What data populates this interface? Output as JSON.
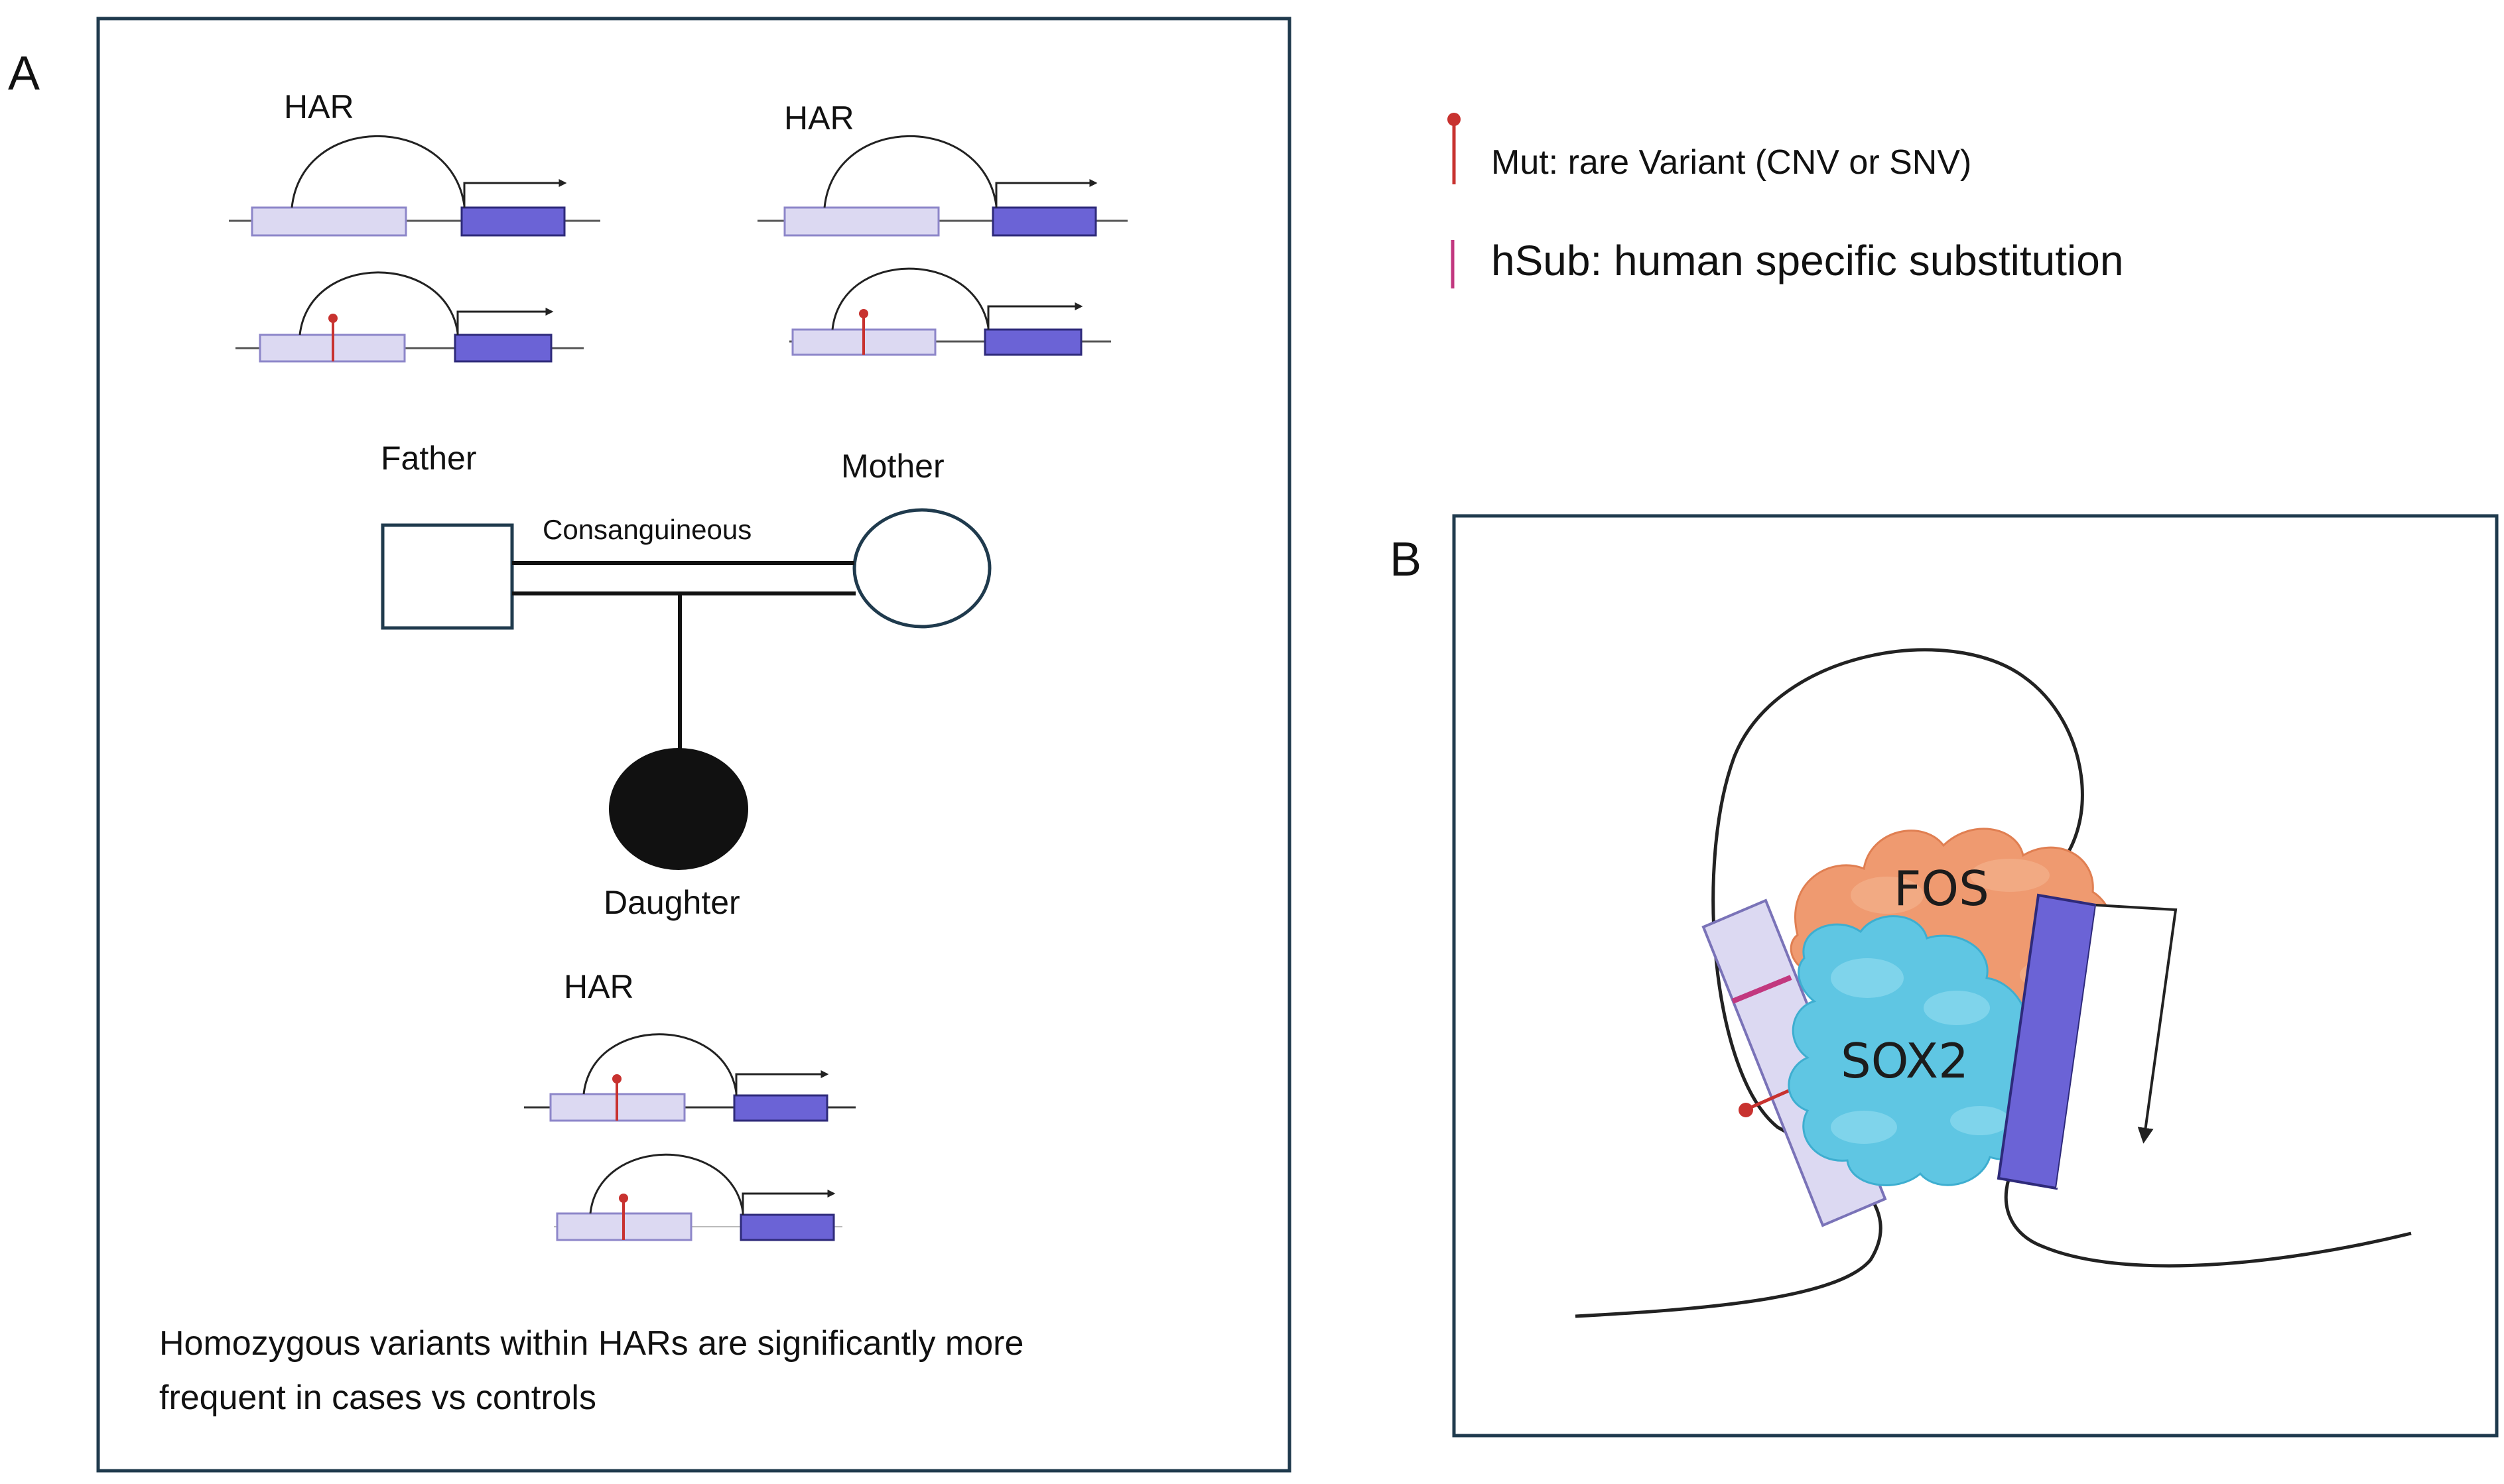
{
  "colors": {
    "frame": "#1f3a4d",
    "enhancer": "#dcd9f2",
    "enhancer_edge": "#8d86c9",
    "gene": "#6b63d6",
    "mutation": "#c8322f",
    "hsub": "#c2387f",
    "fos": "#ef9a70",
    "sox2": "#5fc6e3"
  },
  "panel_a": {
    "letter": "A",
    "har_label": "HAR",
    "father_label": "Father",
    "mother_label": "Mother",
    "consanguineous_label": "Consanguineous",
    "daughter_label": "Daughter",
    "caption_line1": "Homozygous variants  within HARs are significantly more",
    "caption_line2": "frequent in cases  vs controls"
  },
  "legend": {
    "mut_label": "Mut: rare Variant (CNV or SNV)",
    "hsub_label": "hSub: human specific substitution"
  },
  "panel_b": {
    "letter": "B",
    "fos_label": "FOS",
    "sox2_label": "SOX2"
  }
}
